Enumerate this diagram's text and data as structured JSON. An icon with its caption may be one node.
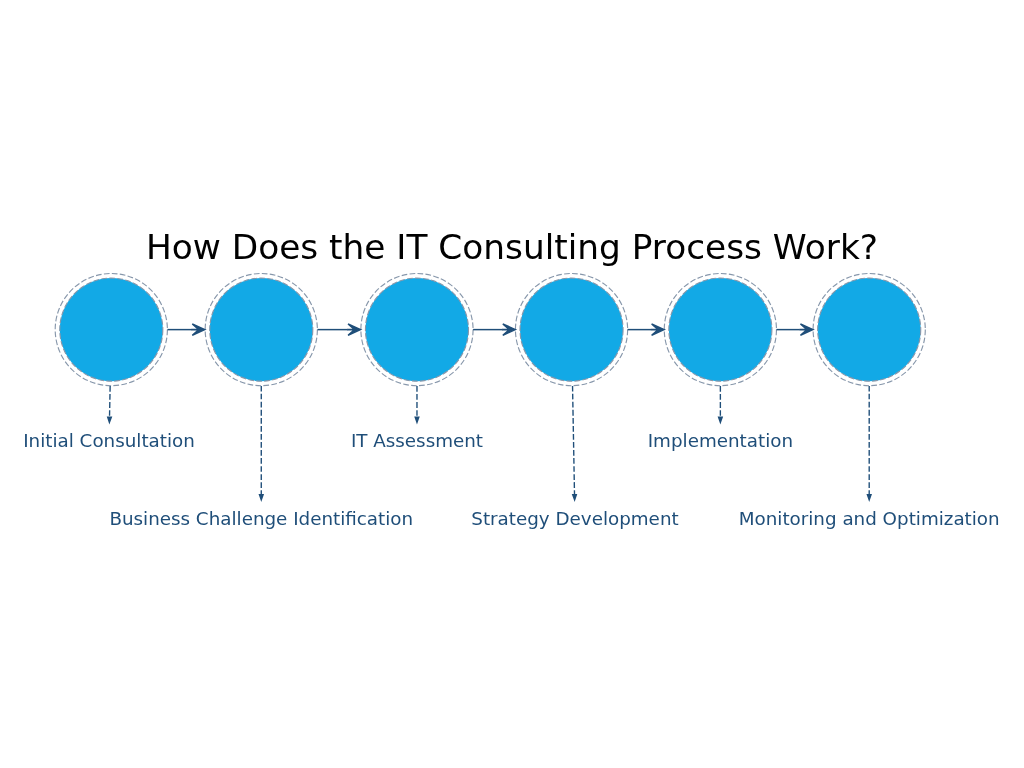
{
  "diagram": {
    "title": "How Does the IT Consulting Process Work?",
    "nodes": [
      {
        "text": [],
        "shape": "circle"
      },
      {
        "text": [],
        "shape": "circle"
      },
      {
        "text": [],
        "shape": "circle"
      },
      {
        "text": [],
        "shape": "circle"
      },
      {
        "text": [],
        "shape": "circle"
      },
      {
        "text": [],
        "shape": "circle"
      },
      {
        "text": [
          "Initial Consultation"
        ]
      },
      {
        "text": [
          "Business Challenge Identification"
        ]
      },
      {
        "text": [
          "IT Assessment"
        ]
      },
      {
        "text": [
          "Strategy Development"
        ]
      },
      {
        "text": [
          "Implementation"
        ]
      },
      {
        "text": [
          "Monitoring and Optimization"
        ]
      }
    ],
    "edges": [
      {
        "from": 0,
        "to": 1,
        "arrow": "to"
      },
      {
        "from": 1,
        "to": 2,
        "arrow": "to"
      },
      {
        "from": 2,
        "to": 3,
        "arrow": "to"
      },
      {
        "from": 3,
        "to": 4,
        "arrow": "to"
      },
      {
        "from": 4,
        "to": 5,
        "arrow": "to"
      },
      {
        "from": 0,
        "to": 6,
        "arrow": "to",
        "style": "dashed"
      },
      {
        "from": 1,
        "to": 7,
        "arrow": "to",
        "style": "dashed"
      },
      {
        "from": 2,
        "to": 8,
        "arrow": "to",
        "style": "dashed"
      },
      {
        "from": 3,
        "to": 9,
        "arrow": "to",
        "style": "dashed"
      },
      {
        "from": 4,
        "to": 10,
        "arrow": "to",
        "style": "dashed"
      },
      {
        "from": 5,
        "to": 11,
        "arrow": "to",
        "style": "dashed"
      }
    ]
  }
}
